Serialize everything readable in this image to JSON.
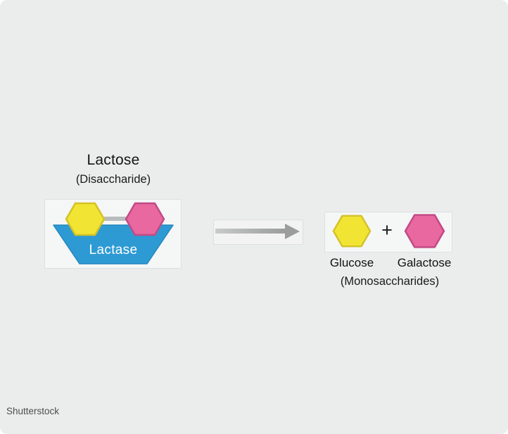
{
  "substrate": {
    "name": "Lactose",
    "type_label": "(Disaccharide)"
  },
  "enzyme": {
    "name": "Lactase"
  },
  "reaction": {
    "plus_sign": "+"
  },
  "products": {
    "glucose_label": "Glucose",
    "galactose_label": "Galactose",
    "type_label": "(Monosaccharides)"
  },
  "watermark": "Shutterstock",
  "icons": {
    "glucose_hexagon": "yellow-hexagon-icon",
    "galactose_hexagon": "pink-hexagon-icon",
    "enzyme_bowl": "blue-bowl-icon",
    "reaction_arrow": "right-arrow-icon"
  },
  "colors": {
    "background": "#ebedec",
    "glucose_fill": "#f1e433",
    "glucose_stroke": "#d3c228",
    "galactose_fill": "#e8689f",
    "galactose_stroke": "#c24a85",
    "enzyme_fill": "#2e9ad3",
    "enzyme_stroke": "#2488bf",
    "arrow": "#9b9d9c"
  }
}
